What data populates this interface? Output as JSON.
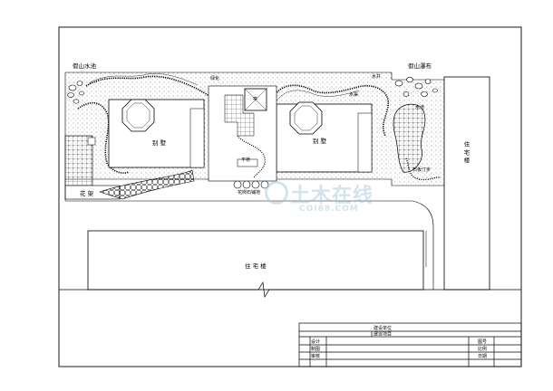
{
  "labels": {
    "rockery_pond": "假山水池",
    "greening": "绿化",
    "pavilion": "亭",
    "water_well": "水井",
    "pool": "水渠",
    "rockery_waterfall": "假山瀑布",
    "villa_left": "别  墅",
    "villa_right": "别  墅",
    "water_pool": "水池",
    "stone_step": "石板汀步",
    "flat_bridge": "平桥",
    "flower_stone_paving": "花岗石铺地",
    "flower_rack": "花  架",
    "residential_right": "住  宅  楼",
    "residential_bottom": "住  宅  楼"
  },
  "title_block": {
    "design_unit": "建设单位",
    "project": "建设项目",
    "design": "设计",
    "drawing": "制图",
    "review": "审核",
    "drawing_no": "图号",
    "scale": "比例",
    "date": "日期"
  },
  "watermark": {
    "main": "土木在线",
    "sub": "COI88.COM"
  },
  "colors": {
    "line": "#000000",
    "watermark": "#9fc3d7"
  }
}
